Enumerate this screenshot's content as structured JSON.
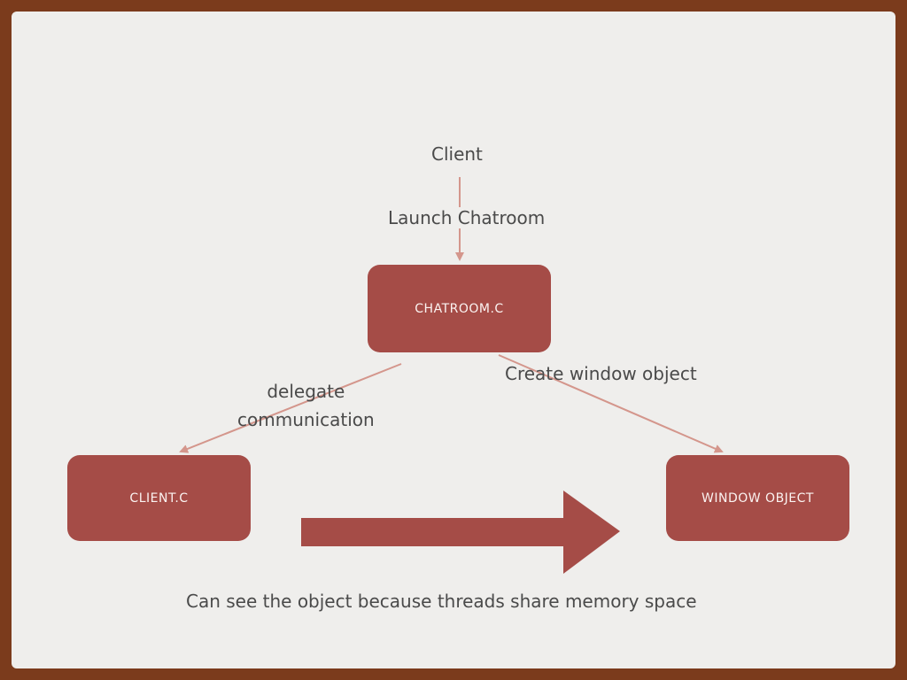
{
  "diagram": {
    "top_label": "Client",
    "launch_label": "Launch Chatroom",
    "chatroom_box": "CHATROOM.C",
    "delegate_label_line1": "delegate",
    "delegate_label_line2": "communication",
    "create_label": "Create window object",
    "client_box": "CLIENT.C",
    "window_box": "WINDOW OBJECT",
    "caption": "Can see the object because threads share memory space"
  },
  "colors": {
    "box": "#a54c47",
    "connector": "#d4968c",
    "frame": "#7b3b1c",
    "background": "#efeeec"
  }
}
